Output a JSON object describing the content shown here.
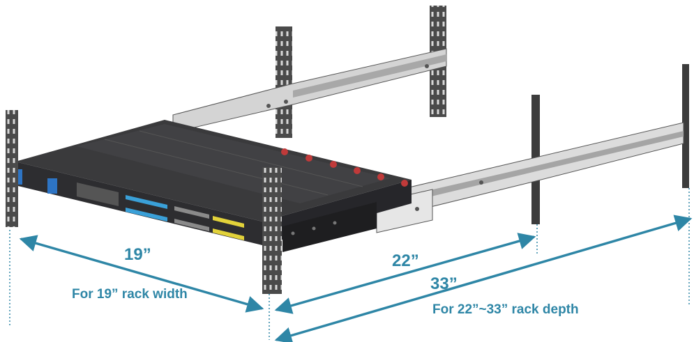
{
  "labels": {
    "width_dimension": "19”",
    "width_caption": "For 19” rack width",
    "depth_min_dimension": "22”",
    "depth_max_dimension": "33”",
    "depth_caption": "For 22”~33” rack depth"
  },
  "colors": {
    "dimension_line": "#2e86a6",
    "chassis": "#3a3a3c",
    "rail": "#cfcfcf",
    "post": "#4a4a4a",
    "port_blue": "#3aa0d8",
    "port_yellow": "#e2d23a",
    "handle": "#2d74c4",
    "fan_red": "#c03a3a"
  }
}
